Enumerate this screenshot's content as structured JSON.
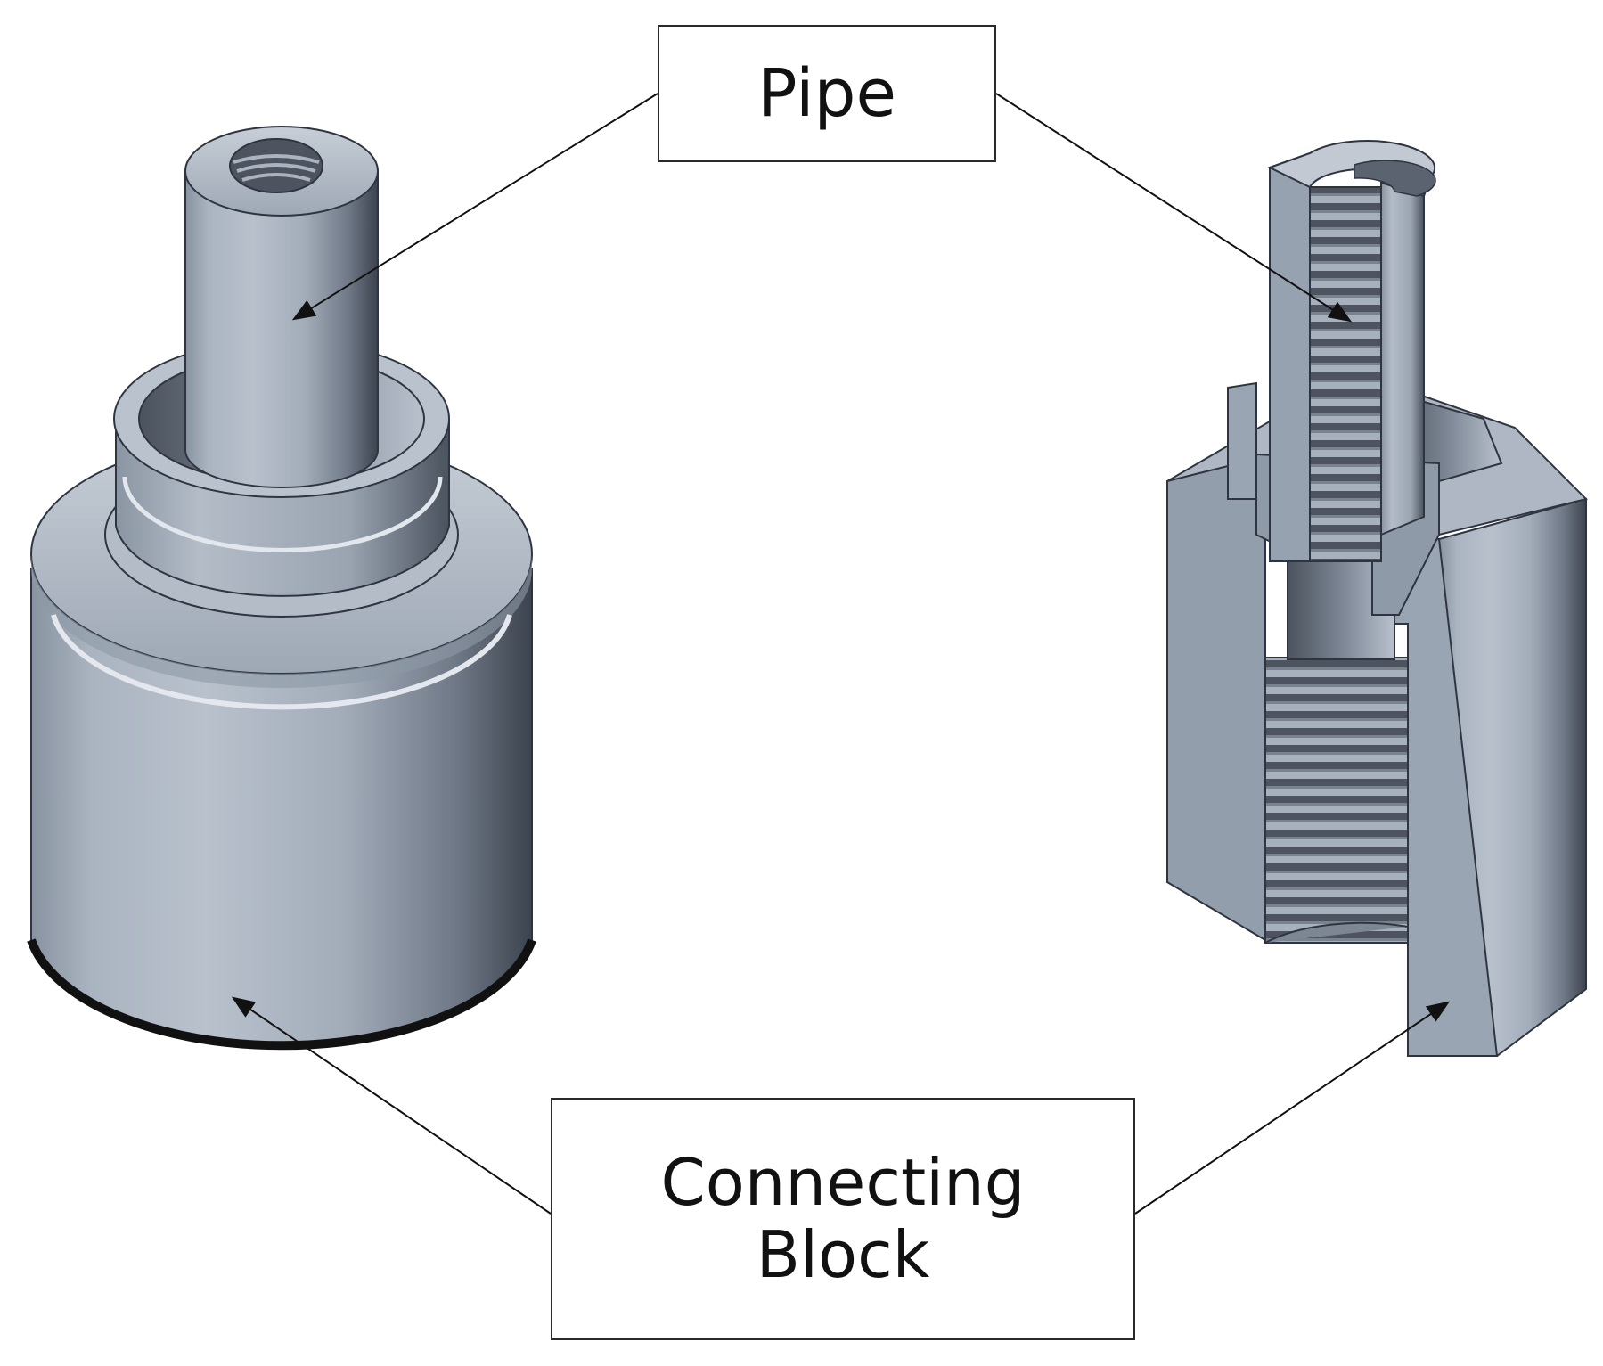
{
  "labels": {
    "pipe": "Pipe",
    "connecting_block_line1": "Connecting",
    "connecting_block_line2": "Block"
  },
  "views": {
    "left": "exterior",
    "right": "cross-section"
  },
  "colors": {
    "metal_light": "#aeb7c3",
    "metal_mid": "#97a2b0",
    "metal_dark": "#424a56",
    "section_fill": "#8f9aa9",
    "thread_dark": "#4b525d",
    "leader_line": "#111111"
  }
}
